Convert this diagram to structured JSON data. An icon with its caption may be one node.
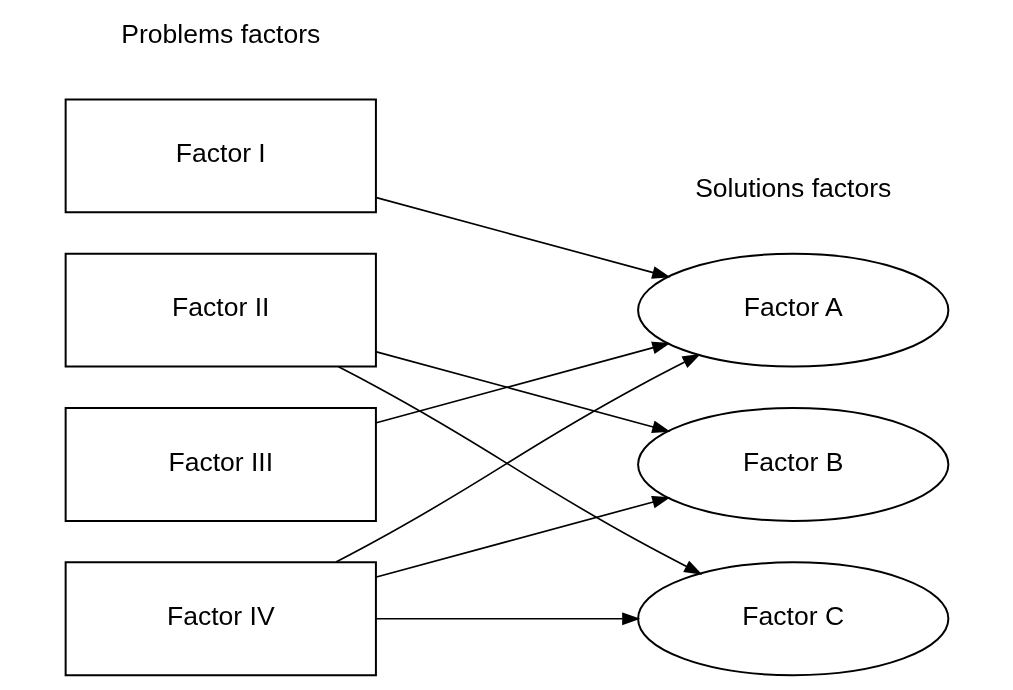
{
  "diagram": {
    "nodes": [
      {
        "text": [
          "Factor I"
        ]
      },
      {
        "text": [
          "Factor II"
        ]
      },
      {
        "text": [
          "Factor III"
        ]
      },
      {
        "text": [
          "Factor IV"
        ]
      },
      {
        "text": [
          "Factor A"
        ]
      },
      {
        "text": [
          "Factor B"
        ]
      },
      {
        "text": [
          "Factor C"
        ]
      }
    ],
    "edges": [
      {
        "from": 0,
        "to": 4,
        "arrow": "to"
      },
      {
        "from": 1,
        "to": 5,
        "arrow": "to"
      },
      {
        "from": 1,
        "to": 6,
        "arrow": "to"
      },
      {
        "from": 2,
        "to": 4,
        "arrow": "to"
      },
      {
        "from": 3,
        "to": 4,
        "arrow": "to"
      },
      {
        "from": 3,
        "to": 5,
        "arrow": "to"
      },
      {
        "from": 3,
        "to": 6,
        "arrow": "to"
      }
    ],
    "labels": [
      "Problems factors",
      "Solutions factors"
    ]
  }
}
